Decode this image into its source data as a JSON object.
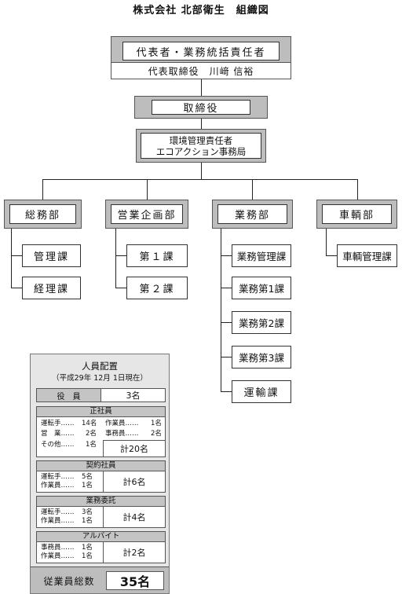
{
  "title": "株式会社 北部衛生　組織図",
  "top": {
    "header": "代表者・業務統括責任者",
    "rep": "代表取締役　川﨑 信裕"
  },
  "board": "取締役",
  "env": {
    "line1": "環境管理責任者",
    "line2": "エコアクション事務局"
  },
  "departments": [
    {
      "name": "総務部",
      "sections": [
        "管理課",
        "経理課"
      ]
    },
    {
      "name": "営業企画部",
      "sections": [
        "第１課",
        "第２課"
      ]
    },
    {
      "name": "業務部",
      "sections": [
        "業務管理課",
        "業務第1課",
        "業務第2課",
        "業務第3課",
        "運輸課"
      ]
    },
    {
      "name": "車輌部",
      "sections": [
        "車輌管理課"
      ]
    }
  ],
  "staff": {
    "title": "人員配置",
    "asof": "（平成29年 12月 1日現在）",
    "officer": {
      "label": "役　員",
      "count": "3名"
    },
    "regular": {
      "label": "正社員",
      "rows": [
        [
          "運転手……",
          "14名",
          "作業員……",
          "1名"
        ],
        [
          "営　業……",
          "2名",
          "事務員……",
          "2名"
        ],
        [
          "その他……",
          "1名",
          "",
          ""
        ]
      ],
      "total": "計20名"
    },
    "contract": {
      "label": "契約社員",
      "rows": [
        [
          "運転手……",
          "5名"
        ],
        [
          "作業員……",
          "1名"
        ]
      ],
      "total": "計6名"
    },
    "outsourced": {
      "label": "業務委託",
      "rows": [
        [
          "運転手……",
          "3名"
        ],
        [
          "作業員……",
          "1名"
        ]
      ],
      "total": "計4名"
    },
    "parttime": {
      "label": "アルバイト",
      "rows": [
        [
          "事務員……",
          "1名"
        ],
        [
          "作業員……",
          "1名"
        ]
      ],
      "total": "計2名"
    },
    "grand": {
      "label": "従業員総数",
      "count": "35名"
    }
  }
}
